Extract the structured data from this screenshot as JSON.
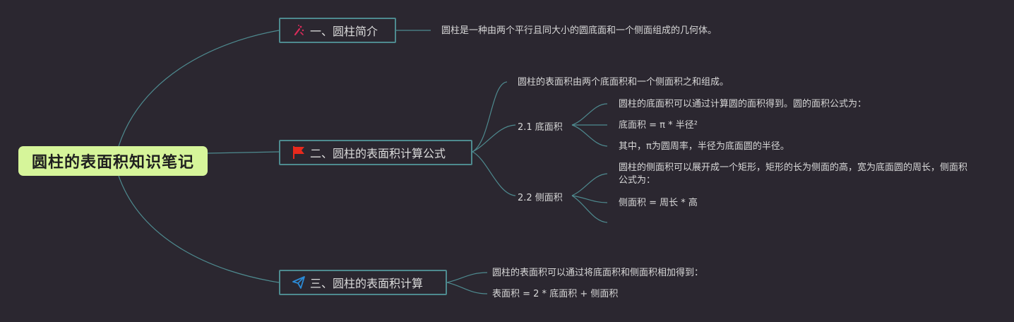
{
  "root": {
    "title": "圆柱的表面积知识笔记"
  },
  "topics": [
    {
      "label": "一、圆柱简介",
      "icon": "sparkle-wand-icon",
      "leaves": [
        "圆柱是一种由两个平行且同大小的圆底面和一个侧面组成的几何体。"
      ]
    },
    {
      "label": "二、圆柱的表面积计算公式",
      "icon": "red-flag-icon",
      "intro": "圆柱的表面积由两个底面积和一个侧面积之和组成。",
      "subtopics": [
        {
          "label": "2.1 底面积",
          "leaves": [
            "圆柱的底面积可以通过计算圆的面积得到。圆的面积公式为：",
            "底面积 = π * 半径²",
            "其中，π为圆周率，半径为底面圆的半径。"
          ]
        },
        {
          "label": "2.2 侧面积",
          "leaves": [
            "圆柱的侧面积可以展开成一个矩形，矩形的长为侧面的高，宽为底面圆的周长，侧面积公式为：",
            "侧面积 = 周长 * 高"
          ]
        }
      ]
    },
    {
      "label": "三、圆柱的表面积计算",
      "icon": "paper-plane-icon",
      "leaves": [
        "圆柱的表面积可以通过将底面积和侧面积相加得到：",
        "表面积 = 2 * 底面积 + 侧面积"
      ]
    }
  ],
  "colors": {
    "background": "#2b2730",
    "line": "#4e8a8f",
    "root_fill": "#d6f59a",
    "text": "#d8d8d8",
    "flag": "#e8291c",
    "wand": "#d92b5a",
    "plane": "#2b8ad6"
  }
}
